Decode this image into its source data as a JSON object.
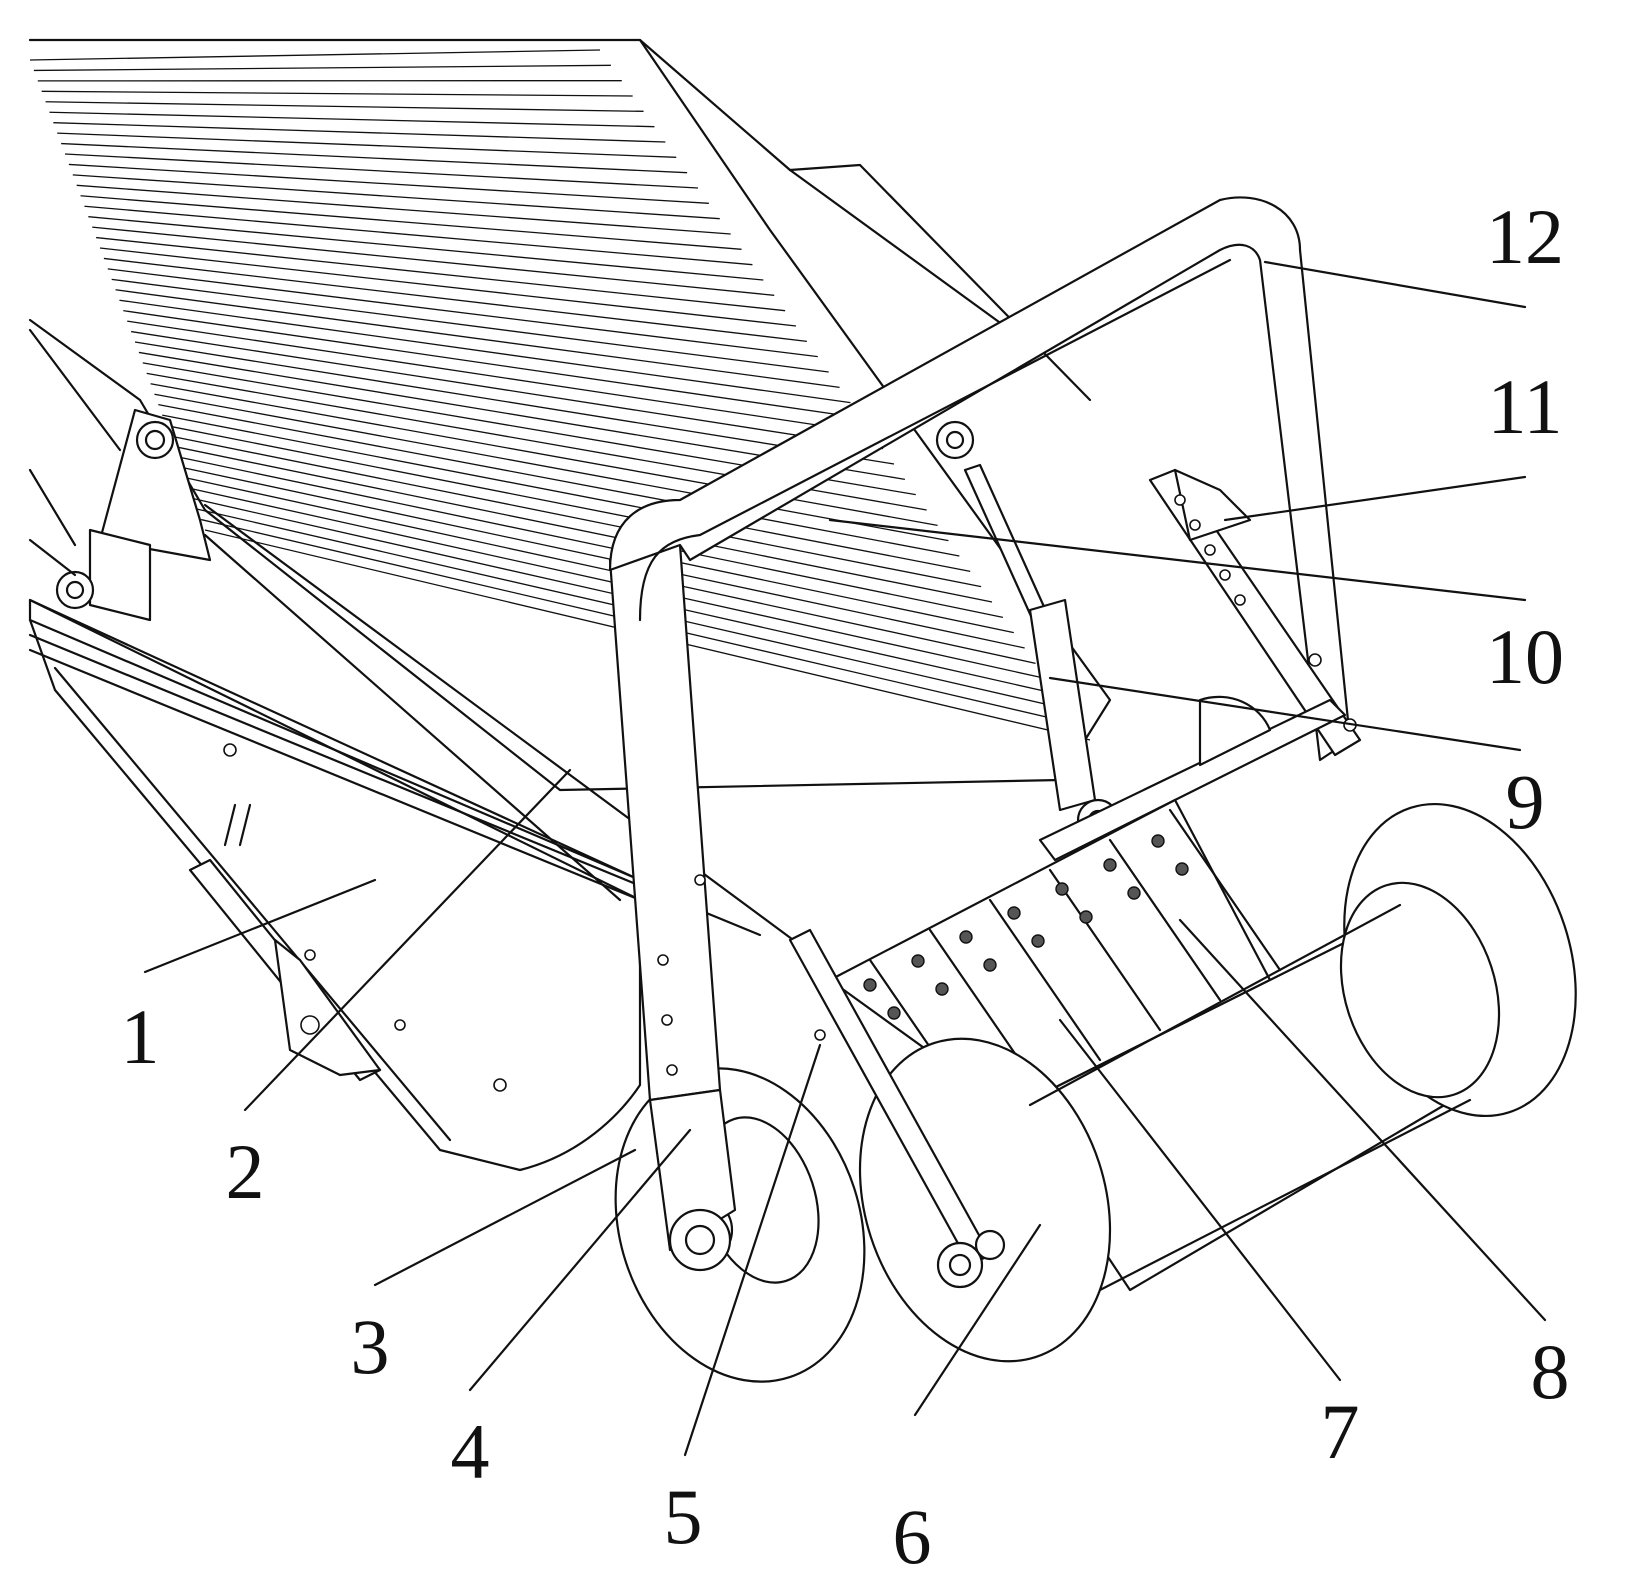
{
  "labels": [
    {
      "id": "1",
      "text": "1"
    },
    {
      "id": "2",
      "text": "2"
    },
    {
      "id": "3",
      "text": "3"
    },
    {
      "id": "4",
      "text": "4"
    },
    {
      "id": "5",
      "text": "5"
    },
    {
      "id": "6",
      "text": "6"
    },
    {
      "id": "7",
      "text": "7"
    },
    {
      "id": "8",
      "text": "8"
    },
    {
      "id": "9",
      "text": "9"
    },
    {
      "id": "10",
      "text": "10"
    },
    {
      "id": "11",
      "text": "11"
    },
    {
      "id": "12",
      "text": "12"
    }
  ],
  "colors": {
    "ink": "#111111",
    "paper": "#ffffff"
  }
}
